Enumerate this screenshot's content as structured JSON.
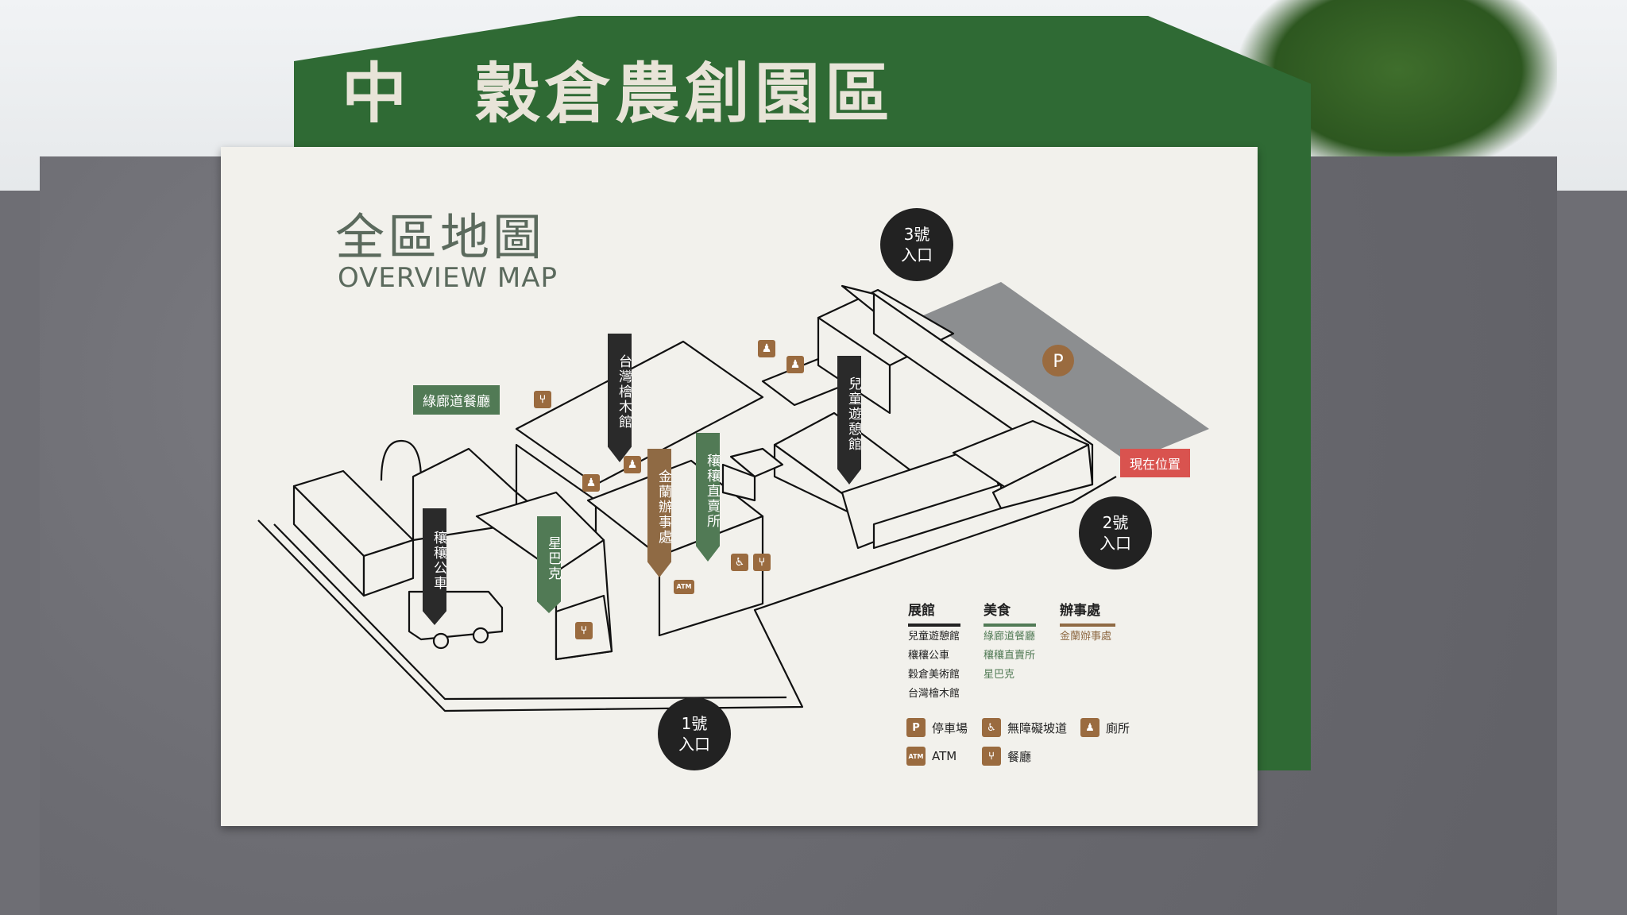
{
  "sign": {
    "char_left": "中",
    "title": "穀倉農創園區"
  },
  "map": {
    "title_zh": "全區地圖",
    "title_en": "OVERVIEW MAP",
    "labels": {
      "taiwan_cypress": "台灣檜木館",
      "green_corridor_restaurant": "綠廊道餐廳",
      "kids_playground": "兒童遊憩館",
      "jiji_shop": "穰穰直賣所",
      "jinlan_office": "金蘭辦事處",
      "jiji_bus": "穰穰公車",
      "starbucks": "星巴克",
      "current_position": "現在位置",
      "parking_p": "P",
      "atm_small": "ATM"
    },
    "entrances": [
      {
        "line1": "3號",
        "line2": "入口"
      },
      {
        "line1": "2號",
        "line2": "入口"
      },
      {
        "line1": "1號",
        "line2": "入口"
      }
    ]
  },
  "legend": {
    "exhibition": {
      "heading": "展館",
      "items": [
        "兒童遊憩館",
        "穰穰公車",
        "穀倉美術館",
        "台灣檜木館"
      ]
    },
    "food": {
      "heading": "美食",
      "items": [
        "綠廊道餐廳",
        "穰穰直賣所",
        "星巴克"
      ]
    },
    "office": {
      "heading": "辦事處",
      "items": [
        "金蘭辦事處"
      ]
    },
    "icons": {
      "parking": "停車場",
      "accessible": "無障礙坡道",
      "toilet": "廁所",
      "atm": "ATM",
      "restaurant": "餐廳",
      "atm_glyph": "ATM",
      "p_glyph": "P"
    }
  },
  "colors": {
    "sign_green": "#2f6a34",
    "board": "#f2f1ec",
    "tag_dark": "#2a2a2a",
    "tag_green": "#517a55",
    "tag_brown": "#8f6a44",
    "current_pos": "#d9534f",
    "parking_lot": "#8c8e90"
  }
}
